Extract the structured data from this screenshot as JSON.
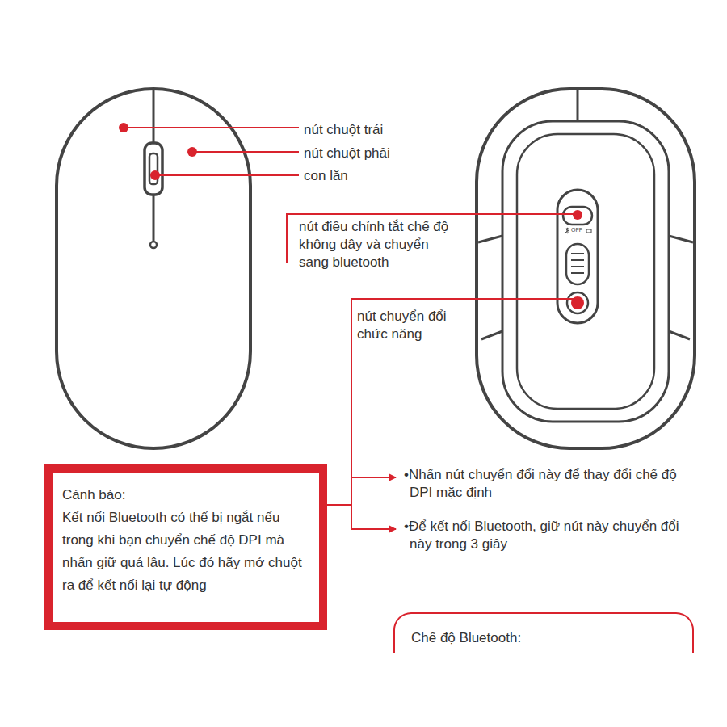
{
  "diagram": {
    "nodes": [
      {
        "text": [
          "Cảnh báo:",
          "Kết nối Bluetooth có thể bị ngắt nếu trong khi bạn chuyển chế độ DPI mà nhấn giữ quá lâu.  Lúc đó hãy mở chuột ra để kết nối lại tự động"
        ]
      },
      {
        "text": [
          "Chế độ Bluetooth:"
        ]
      }
    ],
    "labels": [
      "nút chuột trái",
      "nút chuột phải",
      "con lăn",
      "nút điều chỉnh tắt chế độ không dây và chuyển sang bluetooth",
      "nút chuyển đổi chức năng",
      "•Nhấn nút chuyển đổi này để thay đổi chế độ DPI  mặc định",
      "•Để kết nối Bluetooth, giữ nút này chuyển đổi này trong 3 giây",
      "OFF"
    ]
  }
}
